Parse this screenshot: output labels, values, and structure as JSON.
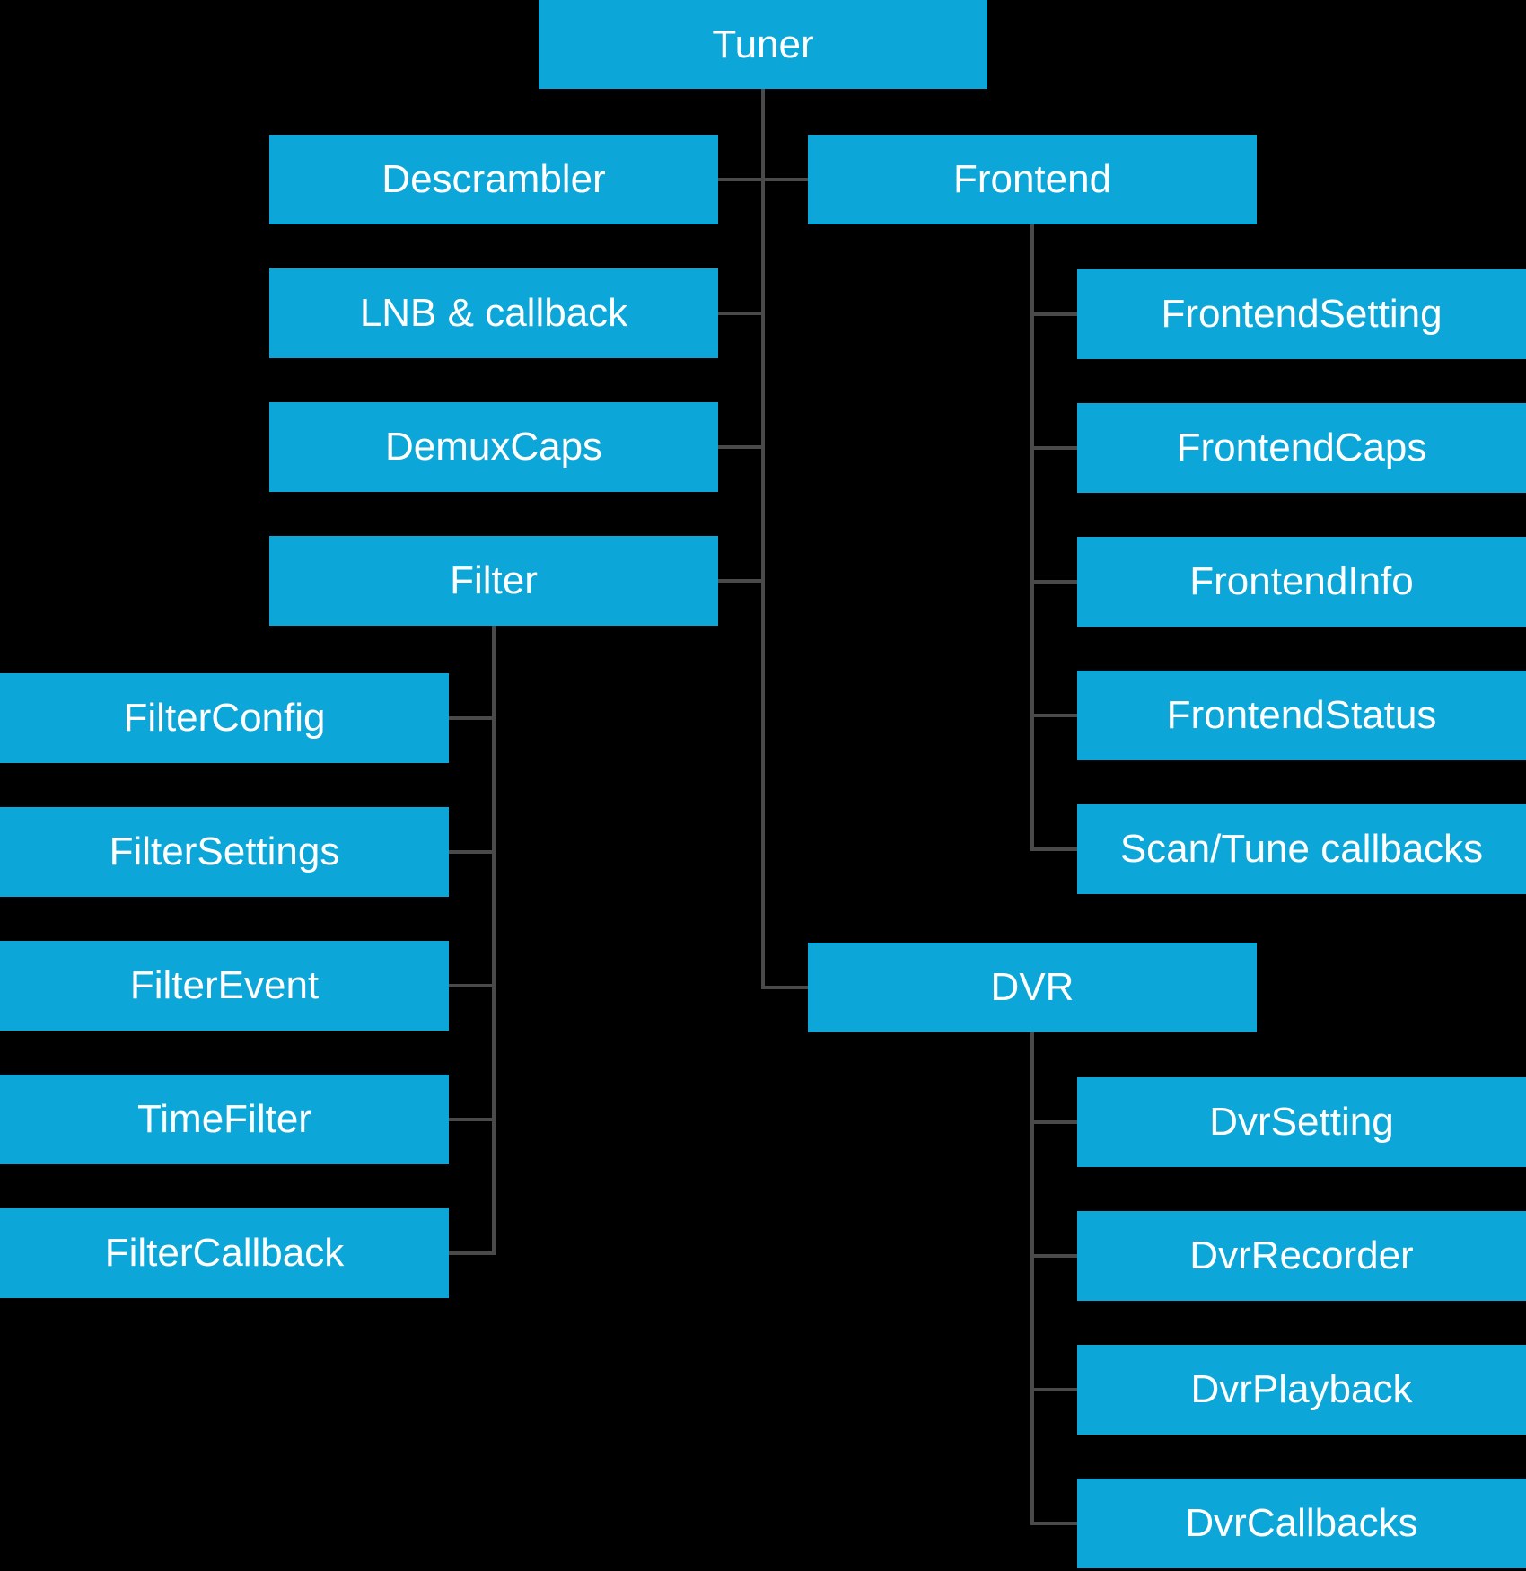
{
  "colors": {
    "background": "#000000",
    "box": "#0ca7d8",
    "line": "#4a4a4a",
    "text": "#ffffff"
  },
  "nodes": {
    "tuner": "Tuner",
    "descrambler": "Descrambler",
    "lnb_callback": "LNB & callback",
    "demuxcaps": "DemuxCaps",
    "filter": "Filter",
    "filterconfig": "FilterConfig",
    "filtersettings": "FilterSettings",
    "filterevent": "FilterEvent",
    "timefilter": "TimeFilter",
    "filtercallback": "FilterCallback",
    "frontend": "Frontend",
    "frontendsetting": "FrontendSetting",
    "frontendcaps": "FrontendCaps",
    "frontendinfo": "FrontendInfo",
    "frontendstatus": "FrontendStatus",
    "scantune_callbacks": "Scan/Tune callbacks",
    "dvr": "DVR",
    "dvrsetting": "DvrSetting",
    "dvrrecorder": "DvrRecorder",
    "dvrplayback": "DvrPlayback",
    "dvrcallbacks": "DvrCallbacks"
  },
  "hierarchy": {
    "Tuner": {
      "Descrambler": [],
      "LNB & callback": [],
      "DemuxCaps": [],
      "Filter": [
        "FilterConfig",
        "FilterSettings",
        "FilterEvent",
        "TimeFilter",
        "FilterCallback"
      ],
      "Frontend": [
        "FrontendSetting",
        "FrontendCaps",
        "FrontendInfo",
        "FrontendStatus",
        "Scan/Tune callbacks"
      ],
      "DVR": [
        "DvrSetting",
        "DvrRecorder",
        "DvrPlayback",
        "DvrCallbacks"
      ]
    }
  }
}
